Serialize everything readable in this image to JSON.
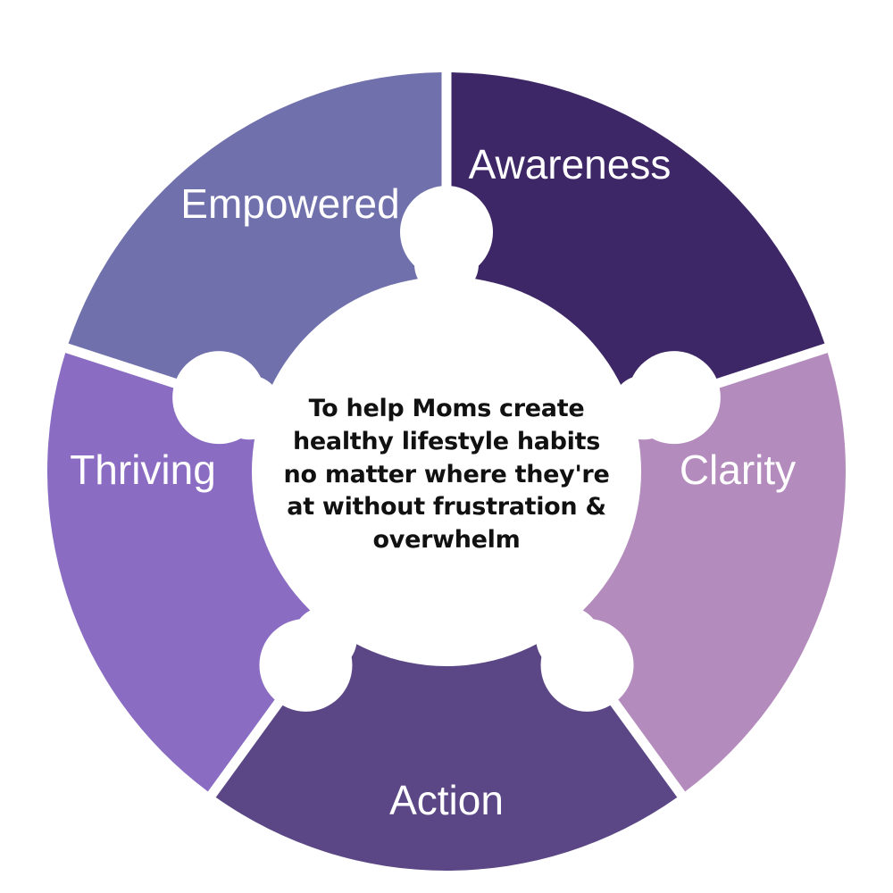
{
  "diagram": {
    "center_text": "To help Moms create healthy lifestyle habits no matter where they're at without frustration & overwhelm",
    "segments": [
      {
        "label": "Awareness",
        "color": "#3e2767"
      },
      {
        "label": "Clarity",
        "color": "#b38bbd"
      },
      {
        "label": "Action",
        "color": "#5b4785"
      },
      {
        "label": "Thriving",
        "color": "#8a6cc3"
      },
      {
        "label": "Empowered",
        "color": "#7070ad"
      }
    ],
    "center_color": "#ffffff"
  }
}
